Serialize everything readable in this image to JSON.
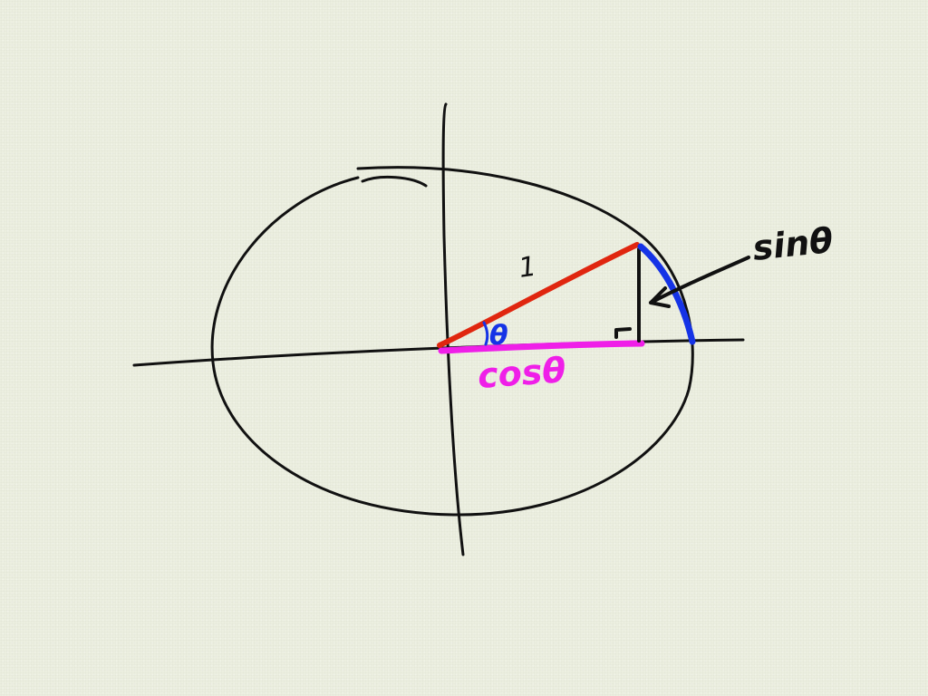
{
  "labels": {
    "radius": "1",
    "angle": "θ",
    "adjacent": "cosθ",
    "opposite": "sinθ"
  },
  "colors": {
    "ink": "#111111",
    "radius": "#e0260f",
    "adjacent": "#ef1fe8",
    "arc": "#1533e6",
    "angle": "#1533e6",
    "background": "#ecefe0"
  }
}
